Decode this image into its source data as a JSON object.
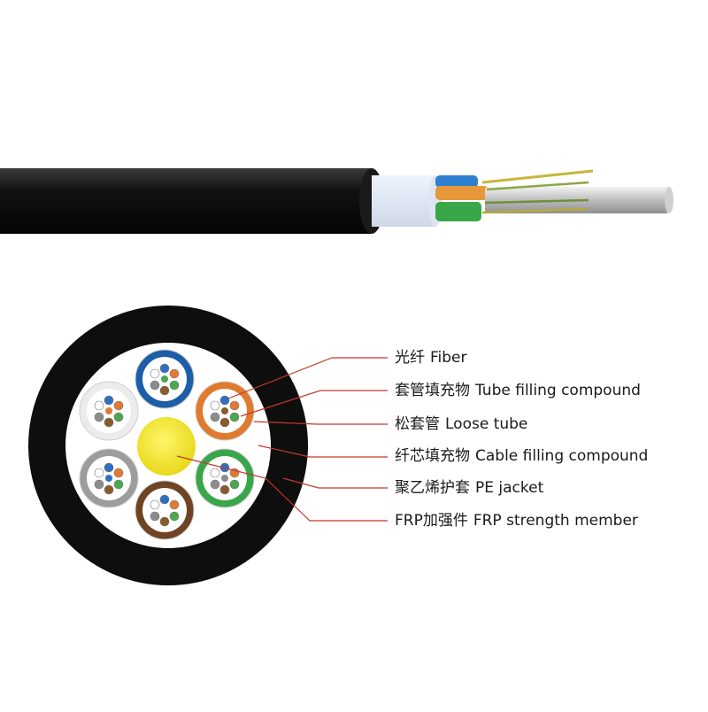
{
  "labels": [
    {
      "zh": "光纤",
      "en": "Fiber"
    },
    {
      "zh": "套管填充物",
      "en": "Tube filling compound"
    },
    {
      "zh": "松套管",
      "en": "Loose tube"
    },
    {
      "zh": "纤芯填充物",
      "en": "Cable filling compound"
    },
    {
      "zh": "聚乙烯护套",
      "en": "PE jacket"
    },
    {
      "zh": "FRP加强件",
      "en": "FRP strength member"
    }
  ],
  "tubes": [
    {
      "ring_color": "#1c5fa8"
    },
    {
      "ring_color": "#e07a2e"
    },
    {
      "ring_color": "#3aa64a"
    },
    {
      "ring_color": "#6e4424"
    },
    {
      "ring_color": "#9d9d9d"
    },
    {
      "ring_color": "#ececec"
    }
  ],
  "colors": {
    "jacket": "#0e0e0e",
    "core_fill": "#ffffff",
    "strength_member": "#f4ea2a",
    "leader_line": "#c0392b",
    "fiber_colors": [
      "#2f6fbf",
      "#e37a33",
      "#4aa84f",
      "#8a5a2b",
      "#8c8c8c",
      "#ffffff"
    ]
  }
}
